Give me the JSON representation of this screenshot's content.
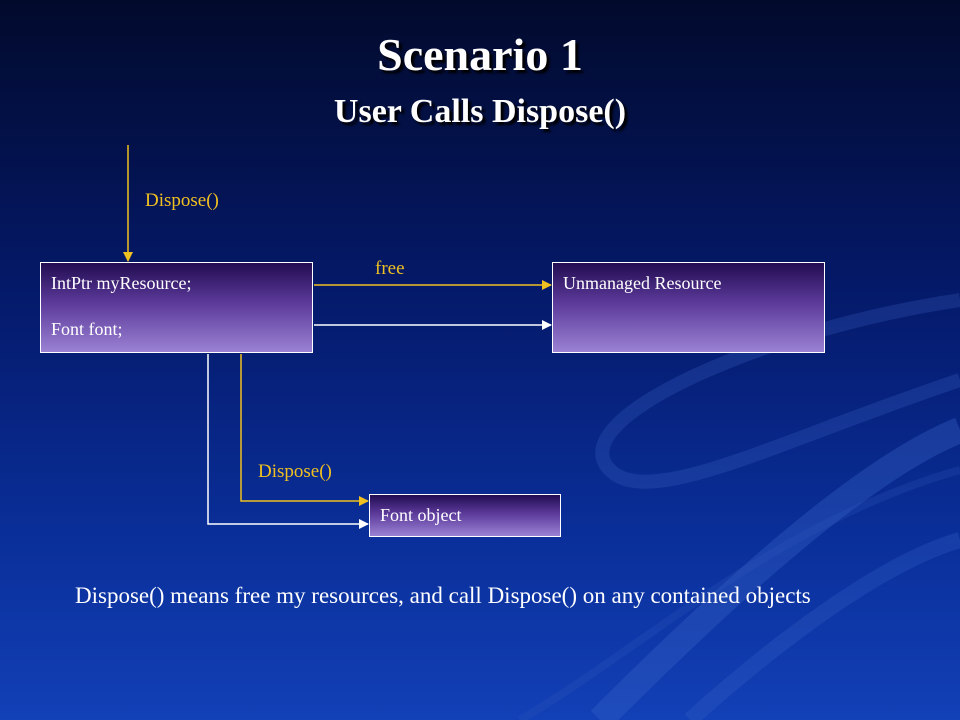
{
  "slide": {
    "title": "Scenario 1",
    "subtitle": "User Calls Dispose()"
  },
  "diagram": {
    "owner_box": {
      "line1": "IntPtr myResource;",
      "line2": "Font font;"
    },
    "unmanaged_box": {
      "label": "Unmanaged Resource"
    },
    "font_box": {
      "label": "Font object"
    },
    "labels": {
      "entry_call": "Dispose()",
      "free": "free",
      "font_dispose": "Dispose()"
    },
    "colors": {
      "call_arrow": "#f0c020",
      "reference_arrow": "#ffffff"
    }
  },
  "caption": "Dispose() means free my resources, and call Dispose() on any contained objects"
}
